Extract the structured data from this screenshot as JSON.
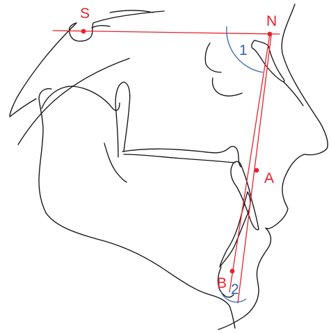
{
  "figure": {
    "colors": {
      "trace": "#111111",
      "reference_line": "#e8212b",
      "landmark_point": "#e8212b",
      "landmark_label": "#e8212b",
      "angle_arc": "#2f63b5",
      "angle_label": "#2f63b5"
    },
    "landmarks": {
      "s": {
        "label": "S"
      },
      "n": {
        "label": "N"
      },
      "a": {
        "label": "A"
      },
      "b": {
        "label": "B"
      }
    },
    "angles": {
      "angle_1": {
        "label": "1"
      },
      "angle_2": {
        "label": "2"
      }
    }
  }
}
